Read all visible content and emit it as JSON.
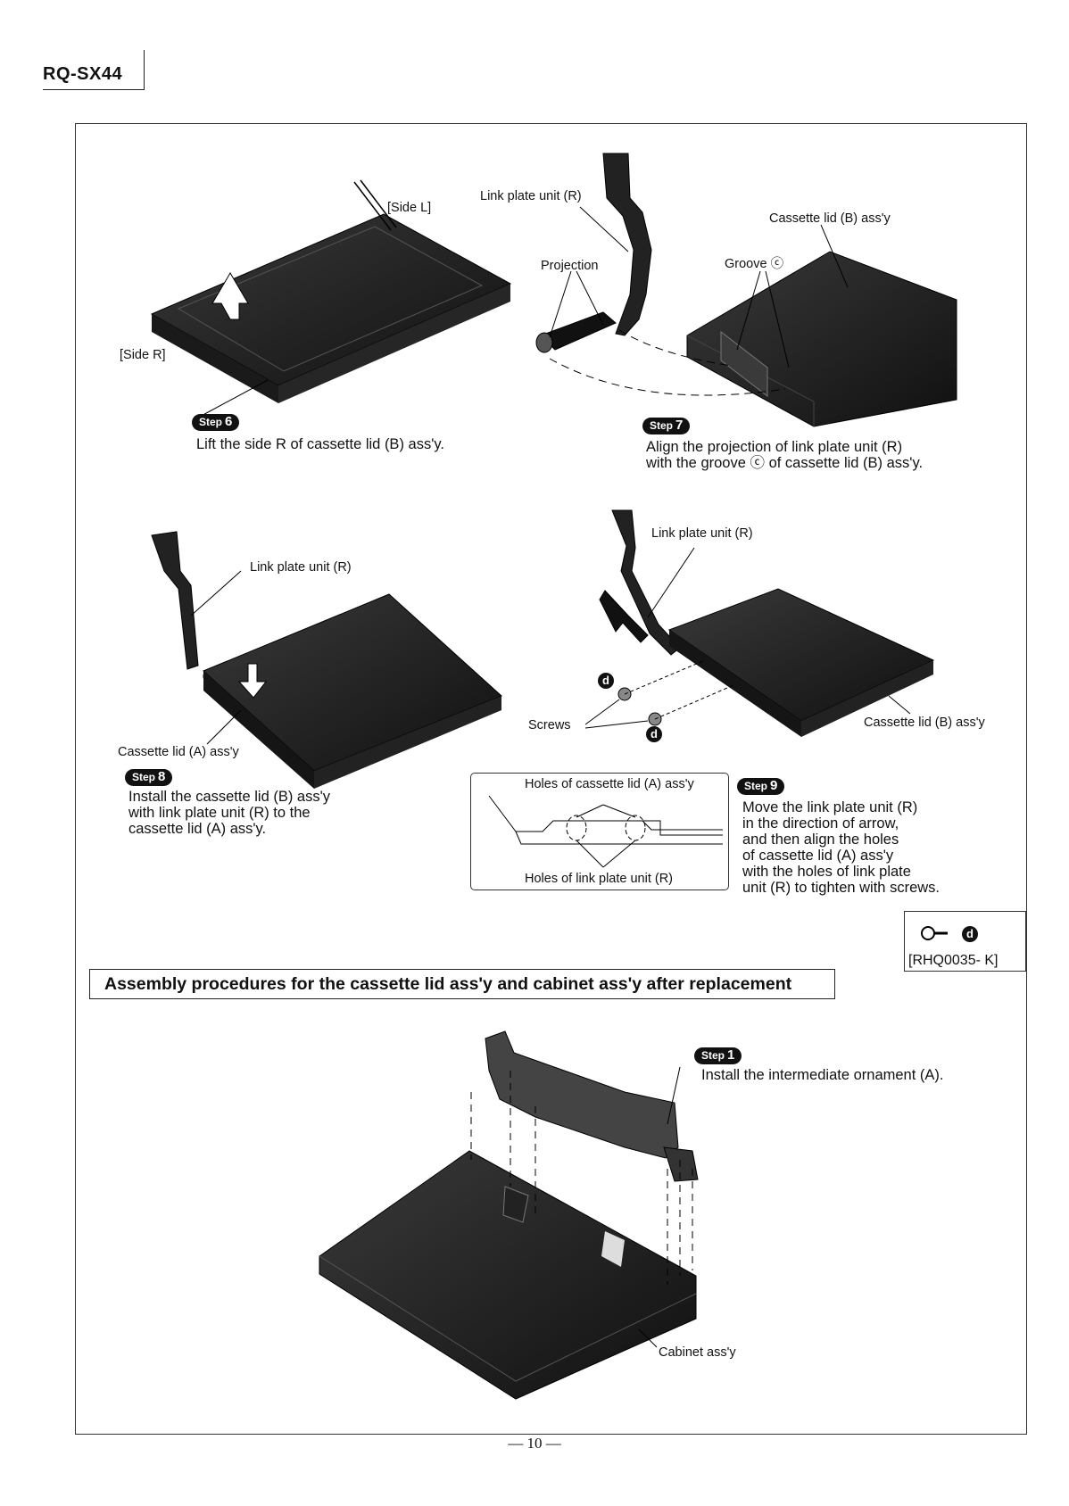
{
  "header": {
    "model": "RQ-SX44"
  },
  "step6": {
    "badge_word": "Step",
    "badge_num": "6",
    "instruction": "Lift the side R of cassette lid (B) ass'y.",
    "label_side_l": "[Side L]",
    "label_side_r": "[Side R]"
  },
  "step7": {
    "badge_word": "Step",
    "badge_num": "7",
    "instruction_lines": [
      "Align the projection of link plate unit (R)",
      "with the groove ⓒ of cassette lid (B) ass'y."
    ],
    "label_link_plate": "Link plate unit (R)",
    "label_projection": "Projection",
    "label_groove": "Groove ⓒ",
    "label_lid_b": "Cassette lid (B) ass'y"
  },
  "step8": {
    "badge_word": "Step",
    "badge_num": "8",
    "instruction_lines": [
      "Install the cassette lid (B) ass'y",
      "with link plate unit (R) to the",
      "cassette lid (A) ass'y."
    ],
    "label_link_plate": "Link plate unit (R)",
    "label_lid_a": "Cassette lid (A) ass'y"
  },
  "step9": {
    "badge_word": "Step",
    "badge_num": "9",
    "instruction_lines": [
      "Move the link plate unit (R)",
      "in the direction of arrow,",
      "and then align the holes",
      "of cassette lid (A) ass'y",
      "with the holes of link plate",
      "unit (R) to tighten with screws."
    ],
    "label_link_plate": "Link plate unit (R)",
    "label_screws": "Screws",
    "label_lid_b": "Cassette lid (B) ass'y",
    "screw_mark": "d",
    "inset": {
      "top_label": "Holes of cassette lid (A) ass'y",
      "bottom_label": "Holes of link plate unit  (R)"
    }
  },
  "part": {
    "code": "[RHQ0035- K]",
    "mark": "d"
  },
  "assembly": {
    "heading": "Assembly procedures for the cassette lid ass'y and cabinet ass'y after replacement",
    "step1": {
      "badge_word": "Step",
      "badge_num": "1",
      "instruction": "Install the intermediate ornament (A).",
      "label_cabinet": "Cabinet ass'y"
    }
  },
  "footer": {
    "page": "— 10 —"
  }
}
